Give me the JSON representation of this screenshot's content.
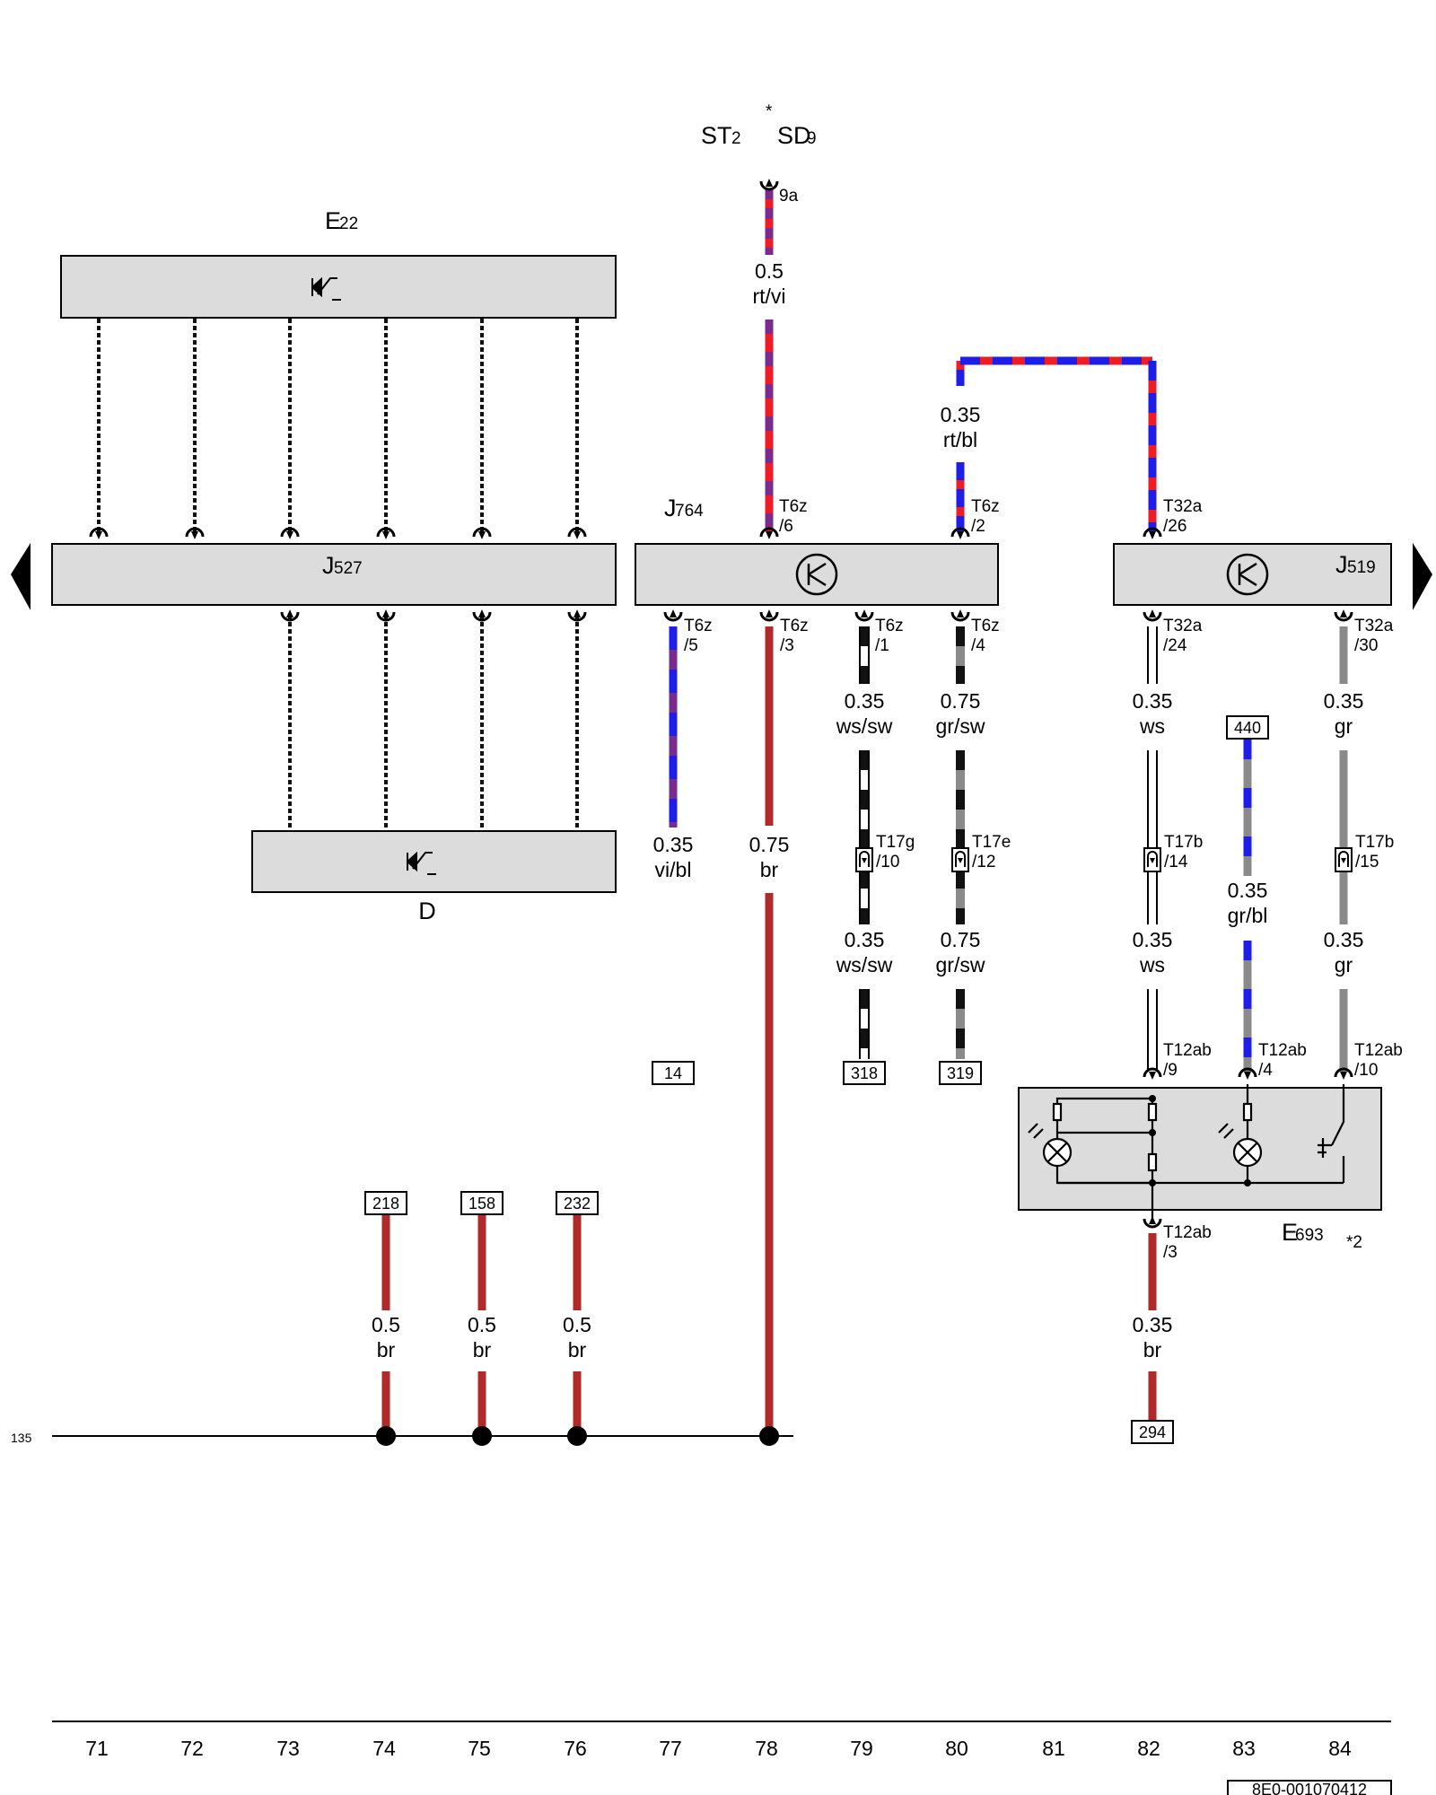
{
  "top_labels": {
    "st": "ST",
    "st_sub": "2",
    "star": "*",
    "sd": "SD",
    "sd_sub": "9",
    "pin_9a": "9a"
  },
  "components": {
    "e22": {
      "main": "E",
      "sub": "22"
    },
    "j527": {
      "main": "J",
      "sub": "527"
    },
    "j764": {
      "main": "J",
      "sub": "764"
    },
    "j519": {
      "main": "J",
      "sub": "519"
    },
    "d": {
      "main": "D"
    },
    "e693": {
      "main": "E",
      "sub": "693",
      "note": "*2"
    }
  },
  "wires": {
    "w78_top": {
      "size": "0.5",
      "color": "rt/vi"
    },
    "w80_top": {
      "size": "0.35",
      "color": "rt/bl"
    },
    "w77": {
      "size": "0.35",
      "color": "vi/bl"
    },
    "w78": {
      "size": "0.75",
      "color": "br"
    },
    "w79a": {
      "size": "0.35",
      "color": "ws/sw"
    },
    "w79b": {
      "size": "0.35",
      "color": "ws/sw"
    },
    "w80a": {
      "size": "0.75",
      "color": "gr/sw"
    },
    "w80b": {
      "size": "0.75",
      "color": "gr/sw"
    },
    "w82a": {
      "size": "0.35",
      "color": "ws"
    },
    "w82b": {
      "size": "0.35",
      "color": "ws"
    },
    "w83": {
      "size": "0.35",
      "color": "gr/bl"
    },
    "w84a": {
      "size": "0.35",
      "color": "gr"
    },
    "w84b": {
      "size": "0.35",
      "color": "gr"
    },
    "w74": {
      "size": "0.5",
      "color": "br"
    },
    "w75": {
      "size": "0.5",
      "color": "br"
    },
    "w76": {
      "size": "0.5",
      "color": "br"
    },
    "w82c": {
      "size": "0.35",
      "color": "br"
    }
  },
  "connectors": {
    "t6z_6": {
      "name": "T6z",
      "pin": "/6"
    },
    "t6z_2": {
      "name": "T6z",
      "pin": "/2"
    },
    "t32a_26": {
      "name": "T32a",
      "pin": "/26"
    },
    "t6z_5": {
      "name": "T6z",
      "pin": "/5"
    },
    "t6z_3": {
      "name": "T6z",
      "pin": "/3"
    },
    "t6z_1": {
      "name": "T6z",
      "pin": "/1"
    },
    "t6z_4": {
      "name": "T6z",
      "pin": "/4"
    },
    "t32a_24": {
      "name": "T32a",
      "pin": "/24"
    },
    "t32a_30": {
      "name": "T32a",
      "pin": "/30"
    },
    "t17g_10": {
      "name": "T17g",
      "pin": "/10"
    },
    "t17e_12": {
      "name": "T17e",
      "pin": "/12"
    },
    "t17b_14": {
      "name": "T17b",
      "pin": "/14"
    },
    "t17b_15": {
      "name": "T17b",
      "pin": "/15"
    },
    "t12ab_9": {
      "name": "T12ab",
      "pin": "/9"
    },
    "t12ab_4": {
      "name": "T12ab",
      "pin": "/4"
    },
    "t12ab_10": {
      "name": "T12ab",
      "pin": "/10"
    },
    "t12ab_3": {
      "name": "T12ab",
      "pin": "/3"
    }
  },
  "refs": {
    "r14": "14",
    "r318": "318",
    "r319": "319",
    "r440": "440",
    "r218": "218",
    "r158": "158",
    "r232": "232",
    "r294": "294"
  },
  "ground_line_label": "135",
  "columns": [
    "71",
    "72",
    "73",
    "74",
    "75",
    "76",
    "77",
    "78",
    "79",
    "80",
    "81",
    "82",
    "83",
    "84"
  ],
  "doc_id": "8E0-001070412",
  "colors": {
    "red": "#ee1c24",
    "blue": "#1e1ee6",
    "violet": "#7b2a8e",
    "brown": "#b02a2a",
    "grey": "#8a8a8a",
    "black": "#111111",
    "box_fill": "#dcdcdc"
  }
}
